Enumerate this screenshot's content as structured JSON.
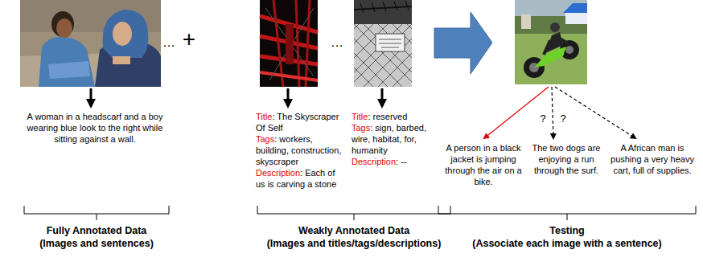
{
  "diagram": {
    "labels": [
      "…",
      "+",
      "A woman in a headscarf and a boy wearing blue look to the right while sitting against a wall.",
      "Title",
      ": The Skyscraper Of Self",
      "Tags",
      ": workers, building, construction, skyscraper",
      "Description",
      ": Each of us is carving a stone",
      "…",
      "Title",
      ": reserved",
      "Tags",
      ": sign, barbed, wire, habitat, for, humanity",
      "Description",
      ": --",
      "?",
      "?",
      "A person in a black jacket is jumping through the air on a bike.",
      "The two dogs are enjoying a run through the surf.",
      "A African man is pushing a very heavy cart, full of supplies.",
      "Fully Annotated Data",
      "(Images and sentences)",
      "Weakly Annotated Data",
      "(Images and titles/tags/descriptions)",
      "Testing",
      "(Associate each image with a sentence)"
    ]
  }
}
